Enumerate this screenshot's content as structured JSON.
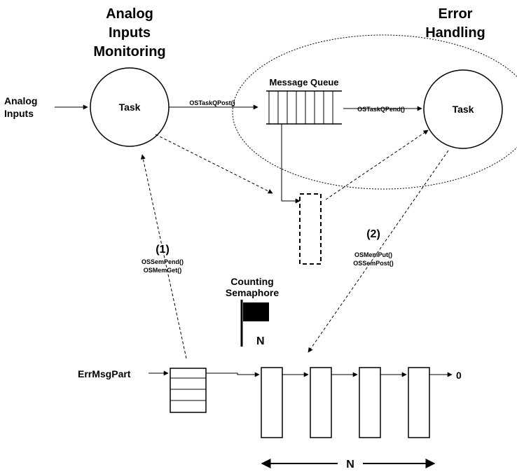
{
  "titles": {
    "left": [
      "Analog",
      "Inputs",
      "Monitoring"
    ],
    "right": [
      "Error",
      "Handling"
    ]
  },
  "inputs_label": [
    "Analog",
    "Inputs"
  ],
  "tasks": {
    "left": "Task",
    "right": "Task"
  },
  "queue": {
    "label": "Message Queue"
  },
  "calls": {
    "post": "OSTaskQPost()",
    "pend": "OSTaskQPend()",
    "step1": {
      "number": "(1)",
      "lines": [
        "OSSemPend()",
        "OSMemGet()"
      ]
    },
    "step2": {
      "number": "(2)",
      "lines": [
        "OSMemPut()",
        "OSSemPost()"
      ]
    }
  },
  "semaphore": {
    "label": [
      "Counting",
      "Semaphore"
    ],
    "count": "N"
  },
  "partition": {
    "label": "ErrMsgPart",
    "terminator": "0",
    "width_label": "N"
  }
}
